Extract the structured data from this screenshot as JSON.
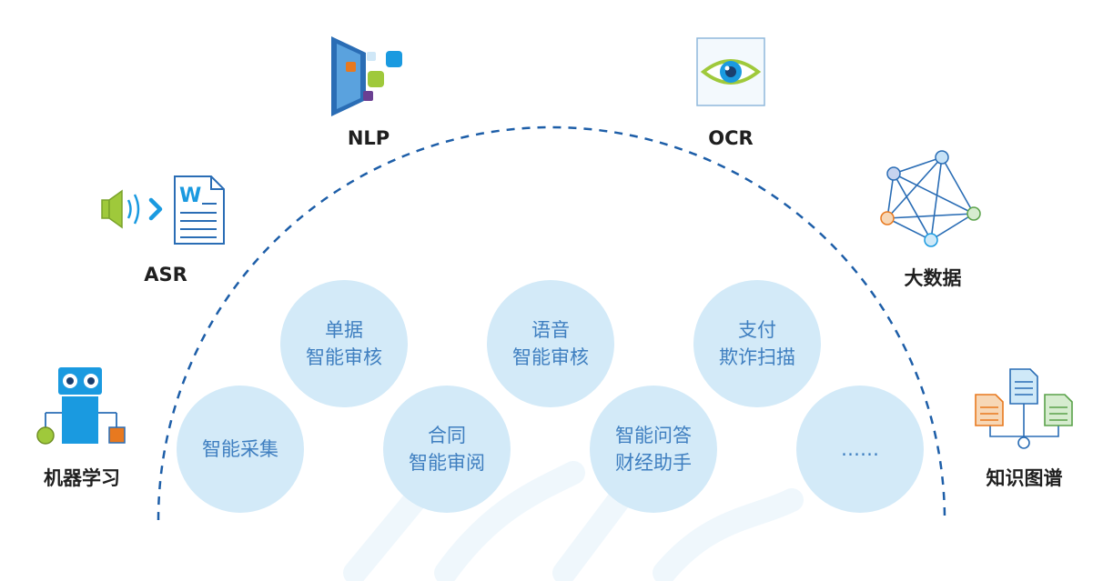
{
  "technologies": {
    "nlp": "NLP",
    "ocr": "OCR",
    "asr": "ASR",
    "bigdata": "大数据",
    "ml": "机器学习",
    "kg": "知识图谱"
  },
  "scenarios": [
    {
      "line1": "智能采集",
      "line2": ""
    },
    {
      "line1": "单据",
      "line2": "智能审核"
    },
    {
      "line1": "合同",
      "line2": "智能审阅"
    },
    {
      "line1": "语音",
      "line2": "智能审核"
    },
    {
      "line1": "智能问答",
      "line2": "财经助手"
    },
    {
      "line1": "支付",
      "line2": "欺诈扫描"
    },
    {
      "line1": "……",
      "line2": ""
    }
  ],
  "icons": {
    "nlp": "nlp-logo-icon",
    "ocr": "eye-icon",
    "asr": "speech-to-document-icon",
    "bigdata": "network-graph-icon",
    "ml": "robot-icon",
    "kg": "knowledge-tree-icon"
  },
  "colors": {
    "arc": "#1d5ea8",
    "bubble_fill": "#d3eaf8",
    "bubble_text": "#3f7fc0",
    "accent_blue": "#1a9ae0"
  }
}
